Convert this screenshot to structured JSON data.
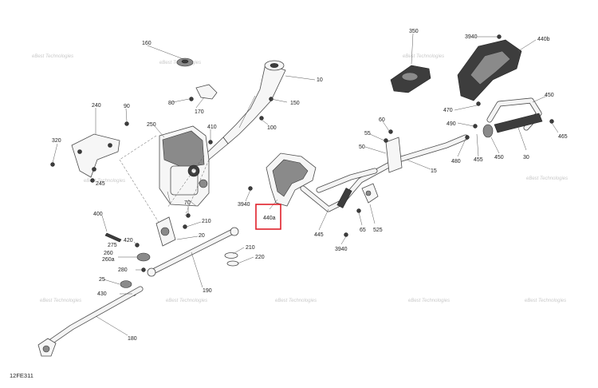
{
  "diagram": {
    "reference_code": "12FE311",
    "highlight_callout": "440a",
    "watermark_text": "eBest Technologies",
    "highlight_color": "#e0202a",
    "callouts": {
      "c160": "160",
      "c10": "10",
      "c150": "150",
      "c80": "80",
      "c170": "170",
      "c100": "100",
      "c240": "240",
      "c90": "90",
      "c250": "250",
      "c410": "410",
      "c320": "320",
      "c245": "245",
      "c3940a": "3940",
      "c440a": "440a",
      "c70": "70",
      "c210a": "210",
      "c400": "400",
      "c420": "420",
      "c275": "275",
      "c20": "20",
      "c260": "260",
      "c260a": "260a",
      "c280": "280",
      "c25": "25",
      "c430": "430",
      "c190": "190",
      "c210b": "210",
      "c220": "220",
      "c180": "180",
      "c350": "350",
      "c3940b": "3940",
      "c440b": "440b",
      "c470": "470",
      "c490": "490",
      "c450": "450",
      "c60": "60",
      "c55": "55",
      "c50": "50",
      "c480": "480",
      "c455": "455",
      "c450b": "450",
      "c465": "465",
      "c30": "30",
      "c15": "15",
      "c445": "445",
      "c65": "65",
      "c525": "525",
      "c3940c": "3940"
    }
  }
}
